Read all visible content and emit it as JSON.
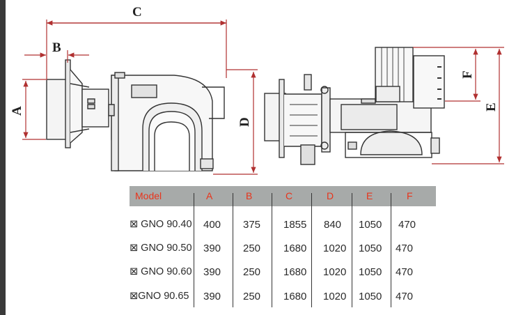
{
  "dimension_labels": {
    "a": "A",
    "b": "B",
    "c": "C",
    "d": "D",
    "e": "E",
    "f": "F"
  },
  "table": {
    "headers": [
      "Model",
      "A",
      "B",
      "C",
      "D",
      "E",
      "F"
    ],
    "rows": [
      {
        "model": "⊠ GNO 90.40",
        "a": "400",
        "b": "375",
        "c": "1855",
        "d": "840",
        "e": "1050",
        "f": "470"
      },
      {
        "model": "⊠ GNO 90.50",
        "a": "390",
        "b": "250",
        "c": "1680",
        "d": "1020",
        "e": "1050",
        "f": "470"
      },
      {
        "model": "⊠ GNO 90.60",
        "a": "390",
        "b": "250",
        "c": "1680",
        "d": "1020",
        "e": "1050",
        "f": "470"
      },
      {
        "model": "⊠GNO 90.65",
        "a": "390",
        "b": "250",
        "c": "1680",
        "d": "1020",
        "e": "1050",
        "f": "470"
      }
    ]
  },
  "colors": {
    "header_text": "#e8341b",
    "dimension_line": "#c0392b",
    "header_bg": "#a7aaa9"
  }
}
